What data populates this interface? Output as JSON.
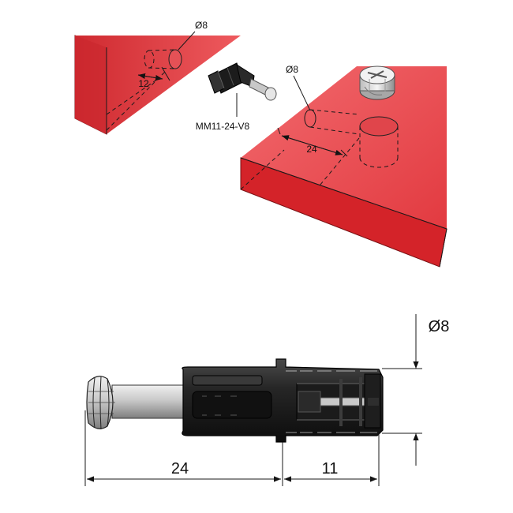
{
  "top_diagram": {
    "left_hole_diameter": "Ø8",
    "left_hole_depth": "12",
    "part_code": "MM11-24-V8",
    "panel_hole_diameter": "Ø8",
    "panel_distance": "24"
  },
  "bottom_drawing": {
    "diameter": "Ø8",
    "length_left": "24",
    "length_right": "11"
  },
  "colors": {
    "panel_front": "#d82a2e",
    "panel_top": "#ee5055",
    "panel_side": "#c81e24",
    "part_body": "#1f1f1f",
    "shaft": "#bdbdbd"
  }
}
